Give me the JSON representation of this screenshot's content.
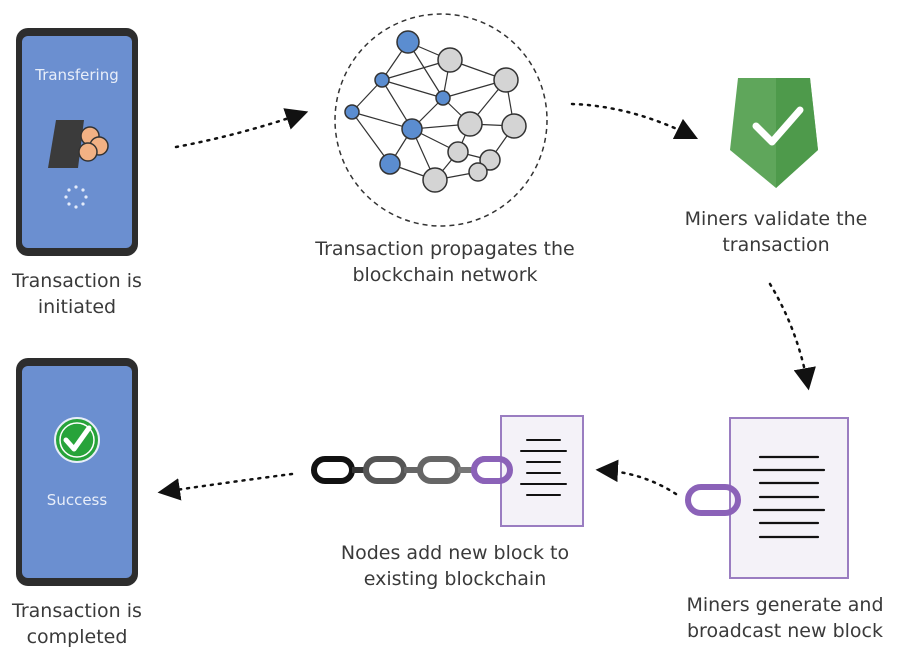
{
  "steps": {
    "initiated": {
      "screen_text": "Transfering",
      "caption": "Transaction is\ninitiated"
    },
    "propagates": {
      "caption": "Transaction propagates the\nblockchain network"
    },
    "validate": {
      "caption": "Miners validate the\ntransaction"
    },
    "generate": {
      "caption": "Miners generate and\nbroadcast new block"
    },
    "add_block": {
      "caption": "Nodes add new block to\nexisting blockchain"
    },
    "completed": {
      "screen_text": "Success",
      "caption": "Transaction is\ncompleted"
    }
  },
  "colors": {
    "phone_body": "#2d2d2d",
    "phone_screen": "#6b8fd0",
    "node_blue": "#5b8dd0",
    "node_gray": "#d4d4d4",
    "shield_green": "#5fa65b",
    "check_green": "#27a33a",
    "block_purple": "#9a7dc1",
    "block_fill": "#f4f2f8",
    "chain_dark": "#111111",
    "chain_gray": "#666666"
  },
  "icons": [
    "phone-icon",
    "wallet-icon",
    "coins-icon",
    "loading-spinner-icon",
    "network-icon",
    "shield-check-icon",
    "document-block-icon",
    "chain-link-icon",
    "check-circle-icon"
  ]
}
